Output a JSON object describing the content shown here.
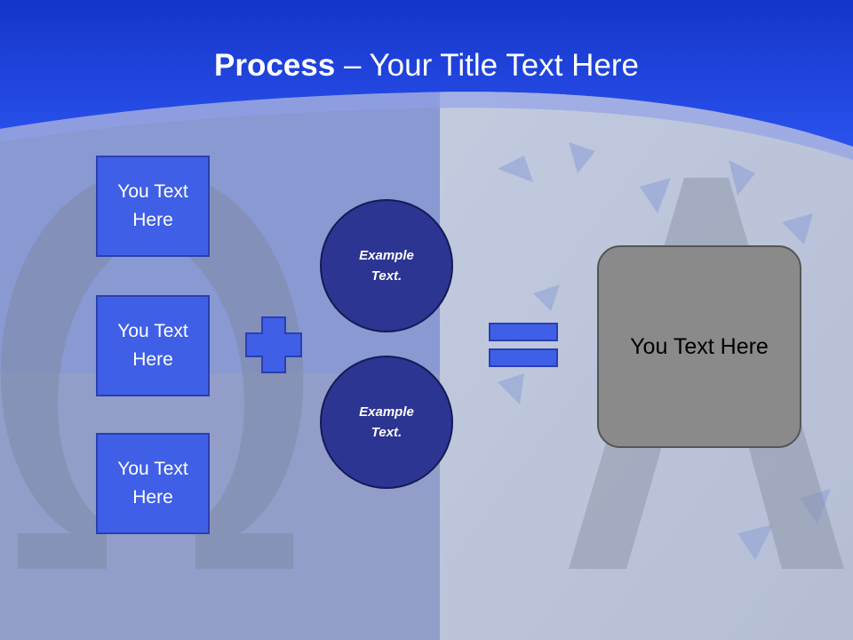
{
  "title": {
    "bold": "Process",
    "rest": " – Your Title Text Here"
  },
  "left_boxes": [
    {
      "label": "You Text Here"
    },
    {
      "label": "You Text Here"
    },
    {
      "label": "You Text Here"
    }
  ],
  "circles": [
    {
      "label": "Example Text."
    },
    {
      "label": "Example Text."
    }
  ],
  "result": {
    "label": "You Text Here"
  },
  "colors": {
    "header_blue": "#1f3fd6",
    "box_blue": "#3f5fe6",
    "circle_navy": "#2d3592",
    "result_gray": "#8a8a8a"
  }
}
